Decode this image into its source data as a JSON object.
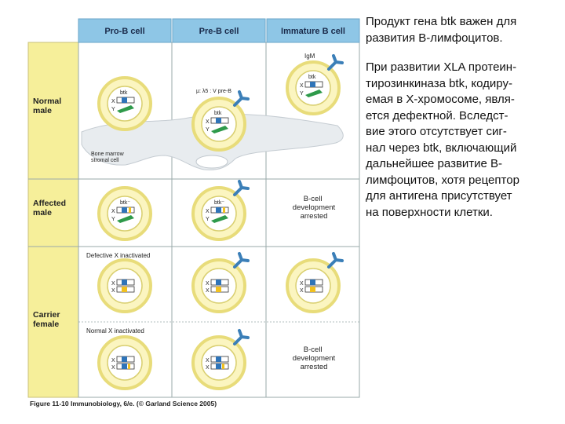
{
  "figure": {
    "columns": [
      "Pro-B cell",
      "Pre-B cell",
      "Immature B cell"
    ],
    "rows": [
      "Normal\nmale",
      "Affected\nmale",
      "Carrier\nfemale"
    ],
    "igm_label": "IgM",
    "receptor_label": "μ: λ5 : V pre-B",
    "mu_label": "μ",
    "bone_marrow_label": "Bone marrow\nstromal cell",
    "btk_label": "btk",
    "btk_mutant_label": "btk⁻",
    "chromosome_x": "X",
    "chromosome_y": "Y",
    "defective_inactivated": "Defective X inactivated",
    "normal_inactivated": "Normal X inactivated",
    "arrested_text": "B-cell\ndevelopment\narrested",
    "caption": "Figure 11-10 Immunobiology, 6/e. (© Garland Science 2005)",
    "colors": {
      "header_bg": "#8ec6e6",
      "row_label_bg": "#f6ef9a",
      "panel_bg": "#ffffff",
      "cell_fill": "#fbf5c0",
      "cell_ring": "#e8dc7a",
      "nucleus": "#ffffff",
      "chromosome_blue": "#2f74b8",
      "chromosome_green": "#2e9a4a",
      "receptor": "#3b7fb8",
      "stromal": "#e8ecef"
    }
  },
  "text": {
    "paragraph1": "Продукт гена btk важен для\nразвития В-лимфоцитов.",
    "paragraph2": "При развитии XLA протеин-\nтирозинкиназа btk, кодиру-\nемая в Х-хромосоме, явля-\nется дефектной. Вследст-\nвие этого отсутствует сиг-\nнал через btk, включающий\nдальнейшее развитие В-\nлимфоцитов, хотя рецептор\nдля антигена присутствует\nна поверхности клетки."
  }
}
